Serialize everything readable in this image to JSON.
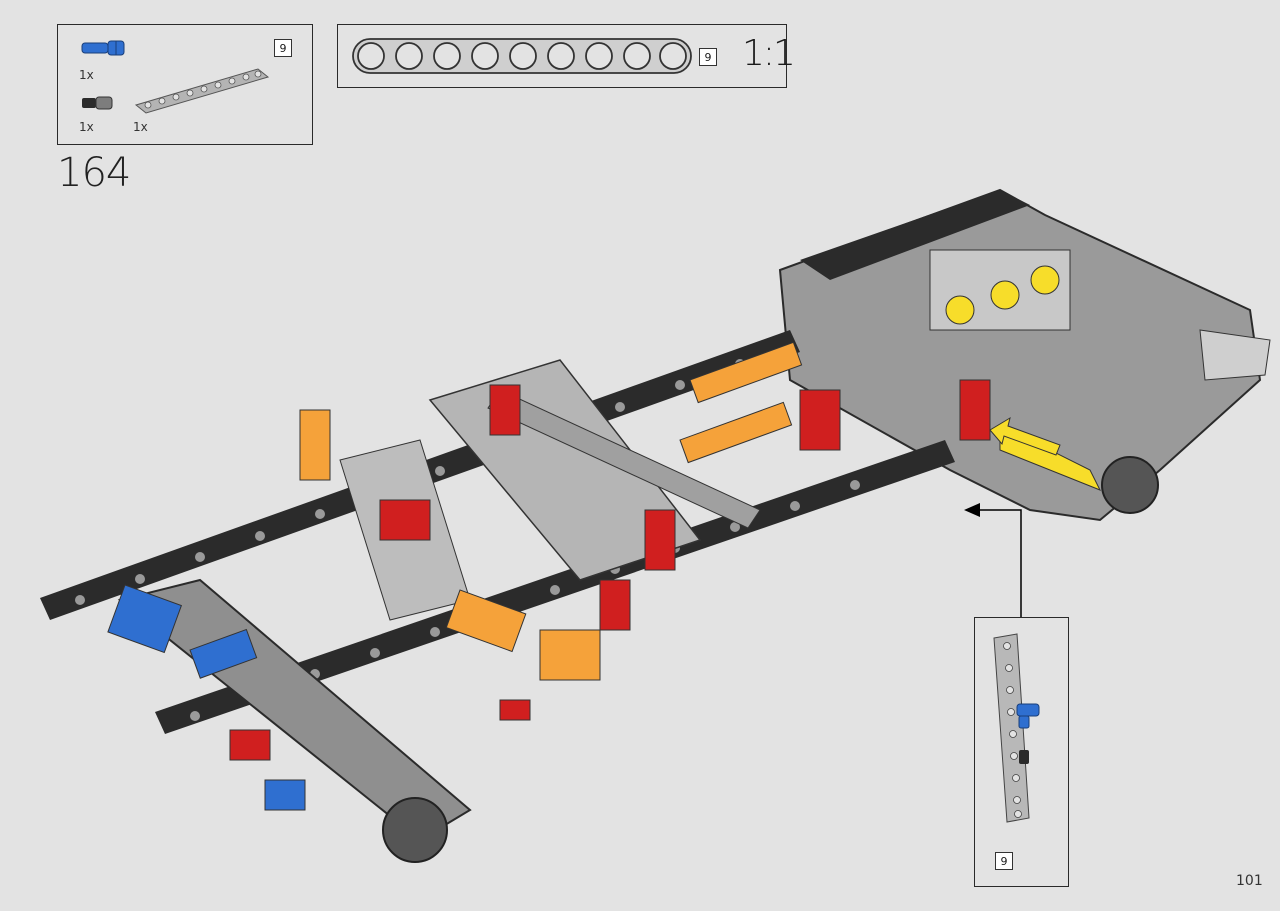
{
  "parts_list": {
    "items": [
      {
        "name": "blue-axle-pin",
        "qty": "1x"
      },
      {
        "name": "black-pin",
        "qty": "1x"
      },
      {
        "name": "gray-beam-9",
        "qty": "1x",
        "length": "9"
      }
    ]
  },
  "scale_preview": {
    "beam_length": "9",
    "scale": "1:1"
  },
  "step": {
    "number": "164"
  },
  "callout": {
    "beam_length": "9"
  },
  "page": {
    "number": "101"
  },
  "colors": {
    "background": "#e3e3e3",
    "frame_dark": "#2b2b2b",
    "gray_part": "#a9a9a9",
    "red_part": "#d01f1f",
    "orange_part": "#f5a23a",
    "blue_part": "#2f6fd0",
    "yellow_part": "#f7dd2a"
  }
}
